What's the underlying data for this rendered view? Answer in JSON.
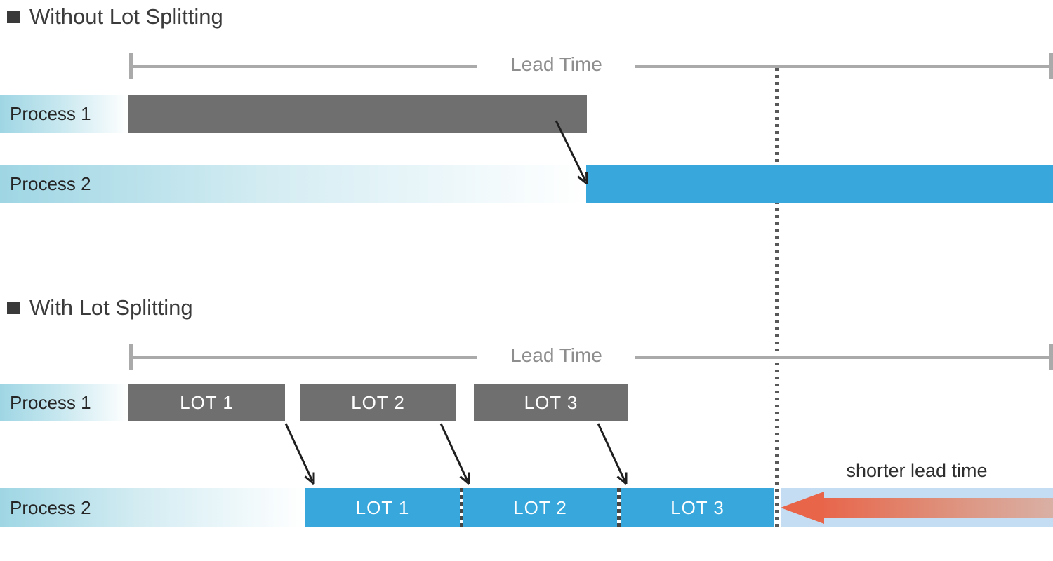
{
  "section_without": {
    "title": "Without Lot Splitting",
    "lead_time_label": "Lead Time",
    "process1_label": "Process 1",
    "process2_label": "Process 2"
  },
  "section_with": {
    "title": "With Lot Splitting",
    "lead_time_label": "Lead Time",
    "process1_label": "Process 1",
    "process2_label": "Process 2",
    "lots_process1": [
      "LOT 1",
      "LOT 2",
      "LOT 3"
    ],
    "lots_process2": [
      "LOT 1",
      "LOT 2",
      "LOT 3"
    ],
    "shorter_lead_time_label": "shorter lead time"
  },
  "colors": {
    "process_bar_gray": "#6F6F6F",
    "process_bar_blue": "#38A8DC",
    "label_gradient_cyan": "#9FD6E4",
    "lead_time_line_gray": "#AAAAAA",
    "divider_dot_gray": "#585858",
    "shorter_band_blue": "#C5DDF2",
    "shorter_arrow_red": "#E8654A",
    "title_text": "#3B3B3B"
  }
}
